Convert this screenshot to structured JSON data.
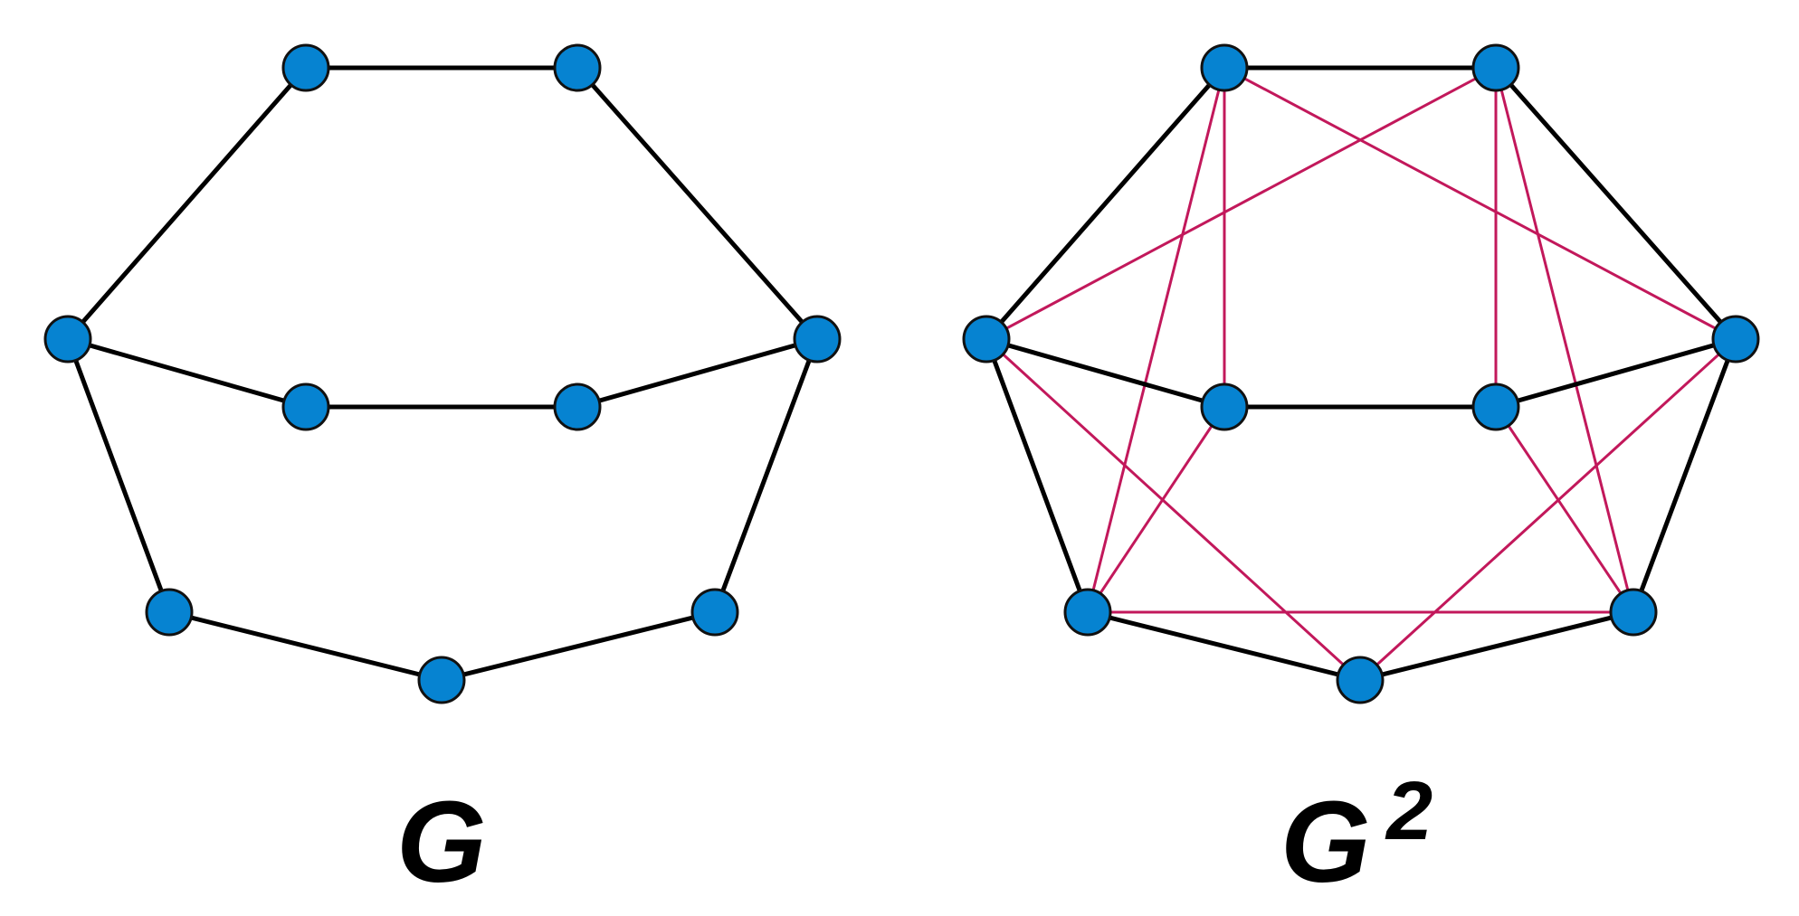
{
  "graphs": [
    {
      "id": "g",
      "label": "G",
      "superscript": "",
      "nodes": [
        "outer-top-left",
        "outer-top-right",
        "outer-left",
        "outer-right",
        "outer-bottom-left",
        "outer-bottom",
        "outer-bottom-right",
        "inner-left",
        "inner-right"
      ],
      "edges": [
        [
          "outer-top-left",
          "outer-top-right",
          "original"
        ],
        [
          "outer-top-left",
          "outer-left",
          "original"
        ],
        [
          "outer-top-right",
          "outer-right",
          "original"
        ],
        [
          "outer-left",
          "inner-left",
          "original"
        ],
        [
          "inner-left",
          "inner-right",
          "original"
        ],
        [
          "inner-right",
          "outer-right",
          "original"
        ],
        [
          "outer-left",
          "outer-bottom-left",
          "original"
        ],
        [
          "outer-bottom-left",
          "outer-bottom",
          "original"
        ],
        [
          "outer-bottom",
          "outer-bottom-right",
          "original"
        ],
        [
          "outer-bottom-right",
          "outer-right",
          "original"
        ]
      ]
    },
    {
      "id": "g2",
      "label": "G",
      "superscript": "2",
      "nodes": [
        "outer-top-left",
        "outer-top-right",
        "outer-left",
        "outer-right",
        "outer-bottom-left",
        "outer-bottom",
        "outer-bottom-right",
        "inner-left",
        "inner-right"
      ],
      "edges": [
        [
          "outer-top-left",
          "outer-top-right",
          "original"
        ],
        [
          "outer-top-left",
          "outer-left",
          "original"
        ],
        [
          "outer-top-right",
          "outer-right",
          "original"
        ],
        [
          "outer-left",
          "inner-left",
          "original"
        ],
        [
          "inner-left",
          "inner-right",
          "original"
        ],
        [
          "inner-right",
          "outer-right",
          "original"
        ],
        [
          "outer-left",
          "outer-bottom-left",
          "original"
        ],
        [
          "outer-bottom-left",
          "outer-bottom",
          "original"
        ],
        [
          "outer-bottom",
          "outer-bottom-right",
          "original"
        ],
        [
          "outer-bottom-right",
          "outer-right",
          "original"
        ],
        [
          "outer-top-left",
          "inner-left",
          "square"
        ],
        [
          "outer-top-left",
          "outer-right",
          "square"
        ],
        [
          "outer-top-left",
          "outer-bottom-left",
          "square"
        ],
        [
          "outer-top-right",
          "inner-right",
          "square"
        ],
        [
          "outer-top-right",
          "outer-left",
          "square"
        ],
        [
          "outer-top-right",
          "outer-bottom-right",
          "square"
        ],
        [
          "outer-left",
          "outer-bottom",
          "square"
        ],
        [
          "outer-right",
          "outer-bottom",
          "square"
        ],
        [
          "inner-left",
          "outer-bottom-left",
          "square"
        ],
        [
          "inner-right",
          "outer-bottom-right",
          "square"
        ],
        [
          "outer-bottom-left",
          "outer-bottom-right",
          "square"
        ]
      ]
    }
  ],
  "colors": {
    "node_fill": "#0683D1",
    "node_stroke": "#111111",
    "original_edge": "#000000",
    "square_edge": "#C2185B",
    "label": "#000000"
  }
}
